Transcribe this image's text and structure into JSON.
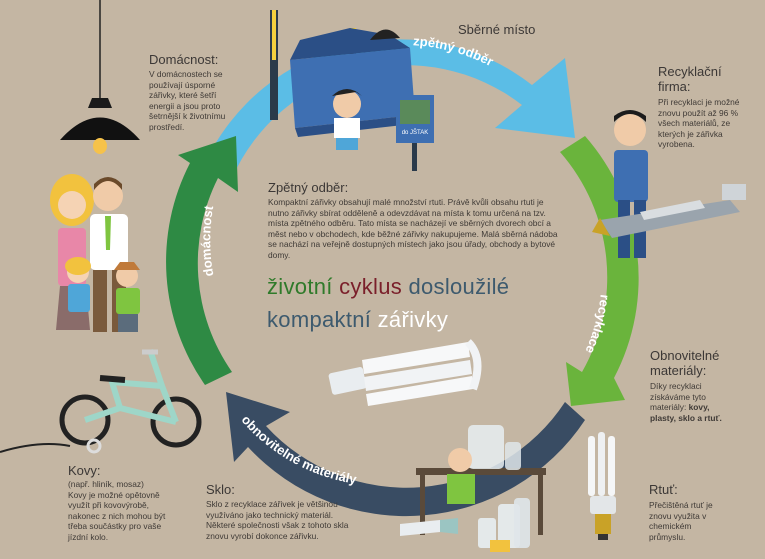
{
  "title": {
    "line1": [
      {
        "text": "životní",
        "color": "#2f7a2a"
      },
      {
        "text": "cyklus",
        "color": "#7a1f2a"
      },
      {
        "text": "dosloužilé",
        "color": "#3d5a6e"
      }
    ],
    "line2": [
      {
        "text": "kompaktní",
        "color": "#3d5a6e"
      },
      {
        "text": "zářivky",
        "color": "#ffffff"
      }
    ]
  },
  "cycle": {
    "arrows": [
      {
        "label": "zpětný odběr",
        "color": "#5bbde6"
      },
      {
        "label": "recyklace",
        "color": "#6ab43c"
      },
      {
        "label": "obnovitelné materiály",
        "color": "#394c63"
      },
      {
        "label": "domácnost",
        "color": "#2e8a44"
      }
    ]
  },
  "stations": {
    "sberne_misto": {
      "heading": "Sběrné místo"
    },
    "domacnost": {
      "heading": "Domácnost:",
      "body": "V domácnostech se používají úsporné zářivky, které šetří energii a jsou proto šetrnější k životnímu prostředí."
    },
    "recyklacni_firma": {
      "heading": "Recyklační firma:",
      "body": "Při recyklaci je možné znovu použít až 96 % všech materiálů, ze kterých je zářivka vyrobena."
    },
    "zpetny_odber": {
      "heading": "Zpětný odběr:",
      "body": "Kompaktní zářivky obsahují malé množství rtuti. Právě kvůli obsahu rtuti je nutno zářivky sbírat odděleně a odevzdávat na místa k tomu určená na tzv. místa zpětného odběru. Tato místa se nacházejí ve sběrných dvorech obcí a měst nebo v obchodech, kde běžné zářivky nakupujeme. Malá sběrná nádoba se nachází na veřejně dostupných místech jako jsou úřady, obchody a bytové domy."
    },
    "obnovitelne_materialy": {
      "heading": "Obnovitelné materiály:",
      "body_intro": "Díky recyklaci získáváme tyto materiály:",
      "body_bold": "kovy, plasty, sklo a rtuť."
    },
    "kovy": {
      "heading": "Kovy:",
      "sub": "(např. hliník, mosaz)",
      "body": "Kovy je možné opětovně využít při kovovýrobě, nakonec z nich mohou být třeba součástky pro vaše jízdní kolo."
    },
    "sklo": {
      "heading": "Sklo:",
      "body": "Sklo z recyklace zářivek je většinou využíváno jako technický materiál. Některé společnosti však z tohoto skla znovu vyrobí dokonce zářivku."
    },
    "rtut": {
      "heading": "Rtuť:",
      "body": "Přečištěná rtuť je znovu využita v chemickém průmyslu."
    }
  },
  "bin_label": "do JŠTAK",
  "colors": {
    "background": "#c4b6a3",
    "arrow_light_blue": "#5bbde6",
    "arrow_green": "#6ab43c",
    "arrow_navy": "#394c63",
    "arrow_dark_green": "#2e8a44"
  }
}
